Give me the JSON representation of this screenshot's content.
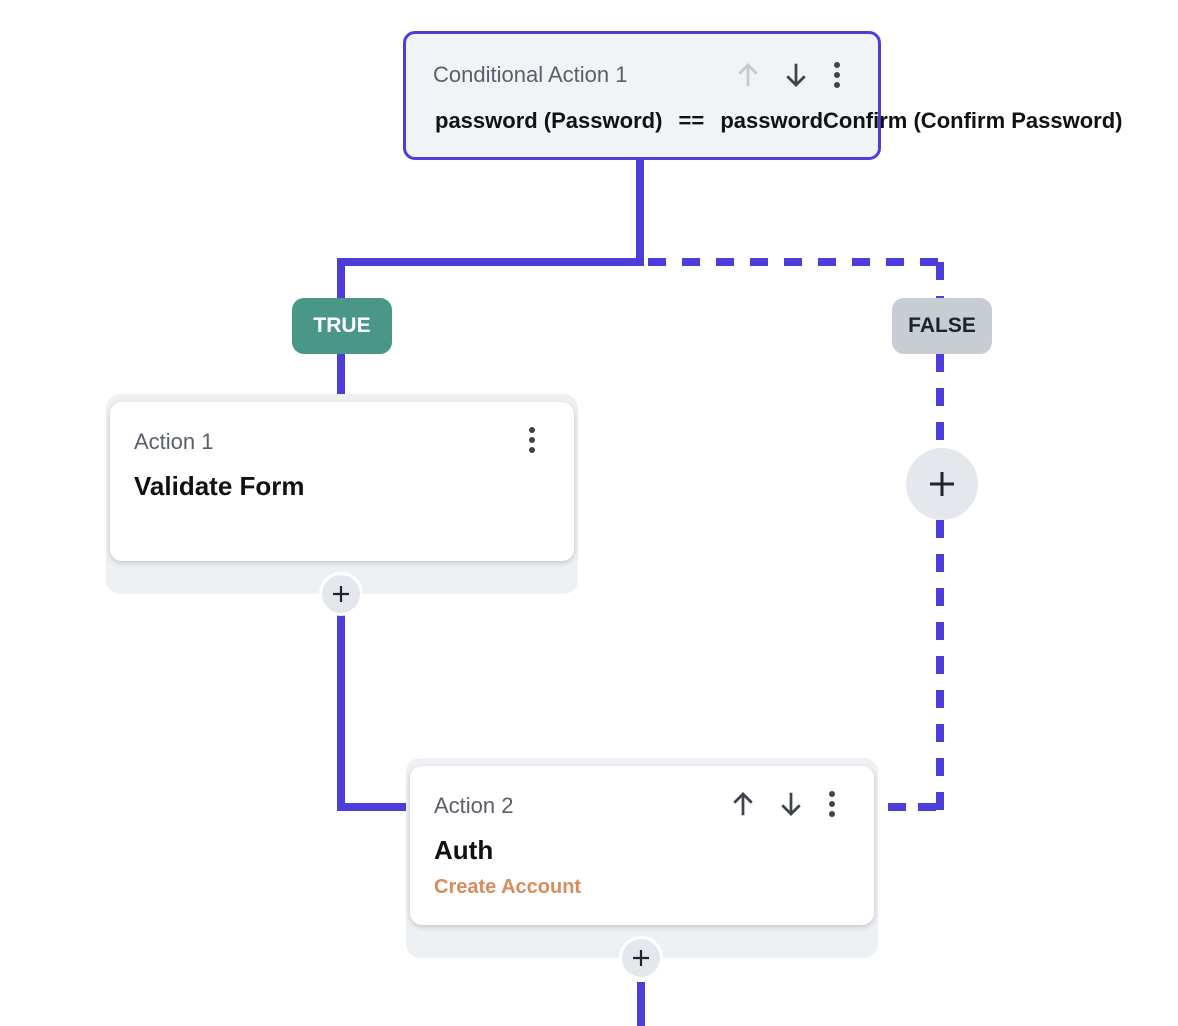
{
  "colors": {
    "connector": "#4d3ddb",
    "true_badge": "#4a9687",
    "false_badge": "#c8cdd3",
    "subtitle_accent": "#d98b5b"
  },
  "conditional": {
    "label": "Conditional Action 1",
    "expression": {
      "left": "password (Password)",
      "operator": "==",
      "right": "passwordConfirm (Confirm Password)"
    },
    "icons": [
      "arrow-up-icon",
      "arrow-down-icon",
      "more-vert-icon"
    ]
  },
  "branches": {
    "true_label": "TRUE",
    "false_label": "FALSE"
  },
  "actions": [
    {
      "label": "Action 1",
      "title": "Validate Form",
      "subtitle": "",
      "icons": [
        "more-vert-icon"
      ]
    },
    {
      "label": "Action 2",
      "title": "Auth",
      "subtitle": "Create Account",
      "icons": [
        "arrow-up-icon",
        "arrow-down-icon",
        "more-vert-icon"
      ]
    }
  ],
  "add_button_icon": "plus-icon"
}
